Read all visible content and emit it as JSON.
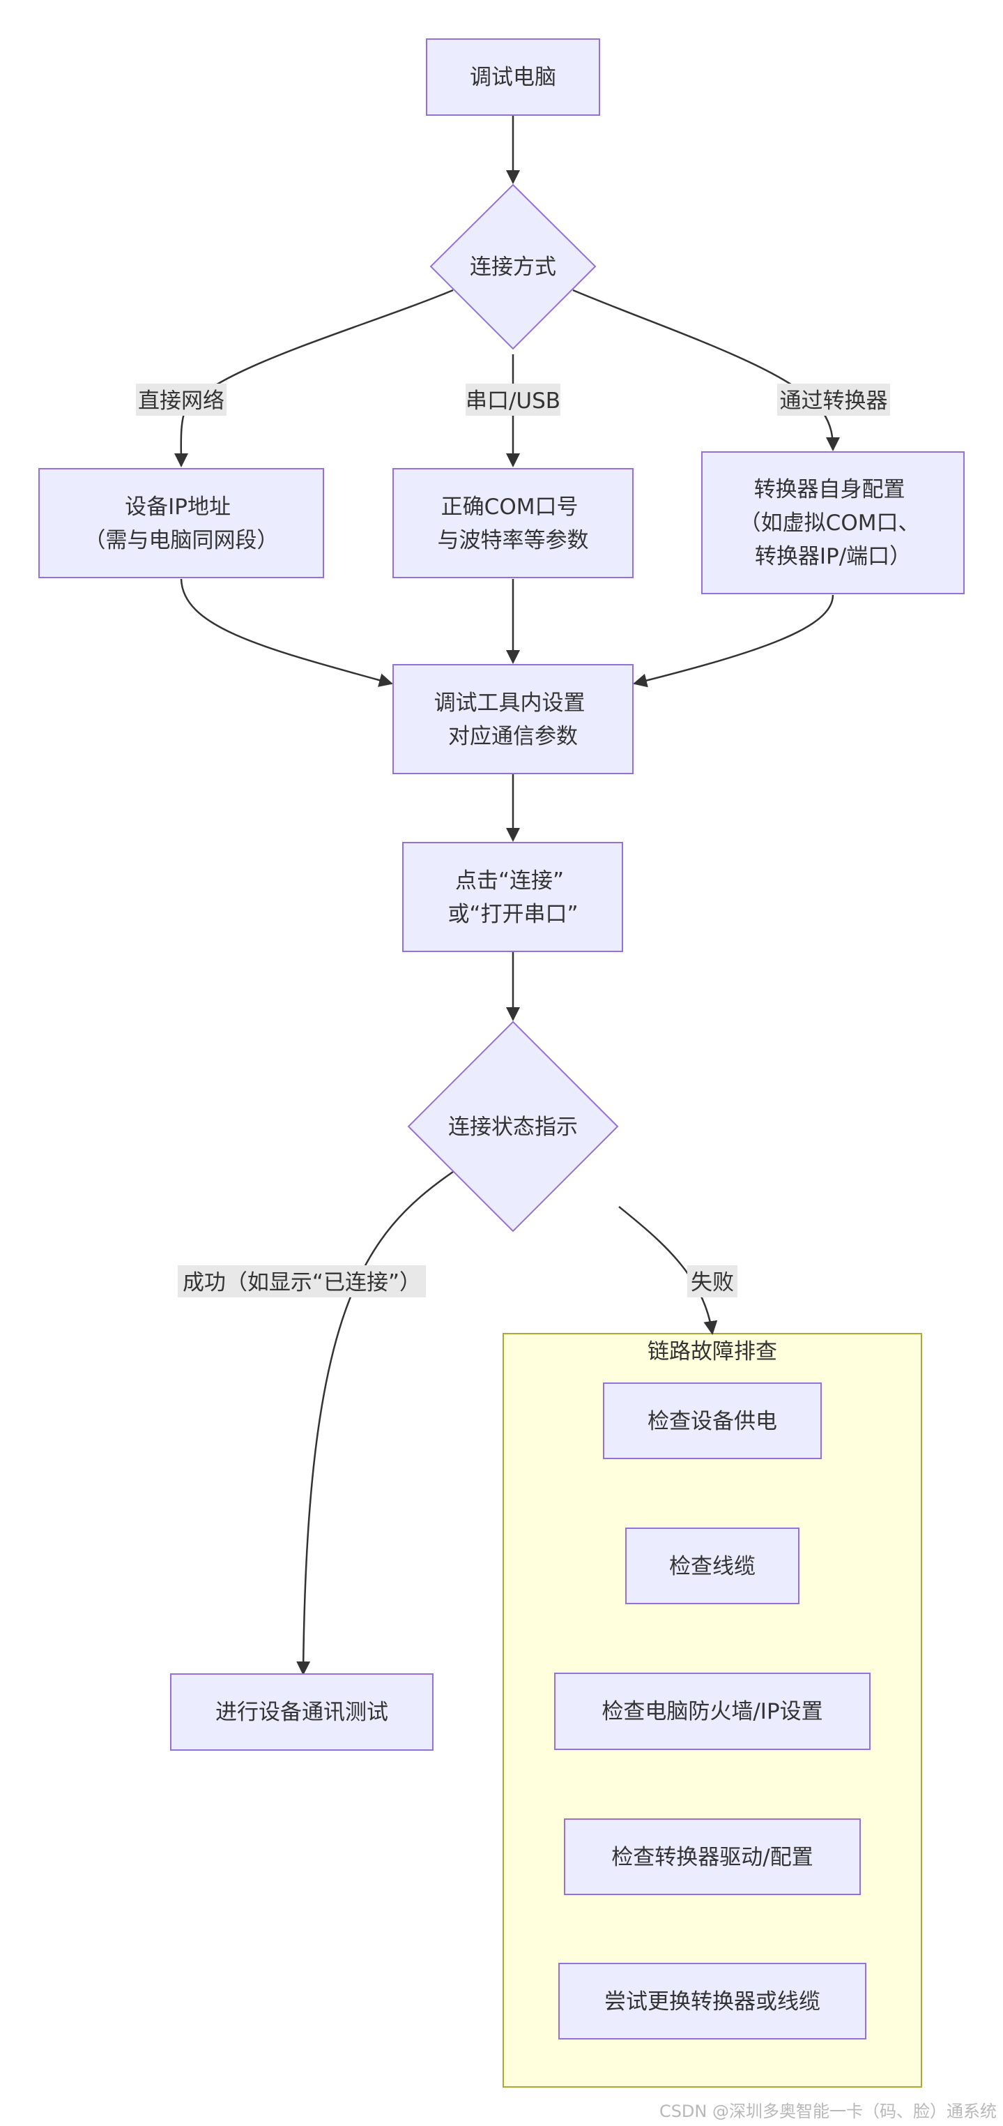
{
  "colors": {
    "node_fill": "#ECECFF",
    "node_stroke": "#9370DB",
    "edge": "#333333",
    "label_bg": "#E8E8E8",
    "cluster_fill": "#FFFFDE",
    "cluster_stroke": "#AAAA33",
    "text": "#333333"
  },
  "nodes": {
    "debug_pc": {
      "lines": [
        "调试电脑"
      ]
    },
    "conn_method": {
      "lines": [
        "连接方式"
      ]
    },
    "device_ip": {
      "lines": [
        "设备IP地址",
        "（需与电脑同网段）"
      ]
    },
    "com_port": {
      "lines": [
        "正确COM口号",
        "与波特率等参数"
      ]
    },
    "converter_cfg": {
      "lines": [
        "转换器自身配置",
        "（如虚拟COM口、",
        "转换器IP/端口）"
      ]
    },
    "tool_setup": {
      "lines": [
        "调试工具内设置",
        "对应通信参数"
      ]
    },
    "click_connect": {
      "lines": [
        "点击“连接”",
        "或“打开串口”"
      ]
    },
    "status": {
      "lines": [
        "连接状态指示"
      ]
    },
    "comm_test": {
      "lines": [
        "进行设备通讯测试"
      ]
    },
    "check_power": {
      "lines": [
        "检查设备供电"
      ]
    },
    "check_cable": {
      "lines": [
        "检查线缆"
      ]
    },
    "check_firewall": {
      "lines": [
        "检查电脑防火墙/IP设置"
      ]
    },
    "check_driver": {
      "lines": [
        "检查转换器驱动/配置"
      ]
    },
    "try_replace": {
      "lines": [
        "尝试更换转换器或线缆"
      ]
    }
  },
  "edge_labels": {
    "direct_network": "直接网络",
    "serial_usb": "串口/USB",
    "via_converter": "通过转换器",
    "success": "成功（如显示“已连接”）",
    "failure": "失败"
  },
  "cluster": {
    "title": "链路故障排查"
  },
  "watermark": "CSDN @深圳多奥智能一卡（码、脸）通系统"
}
